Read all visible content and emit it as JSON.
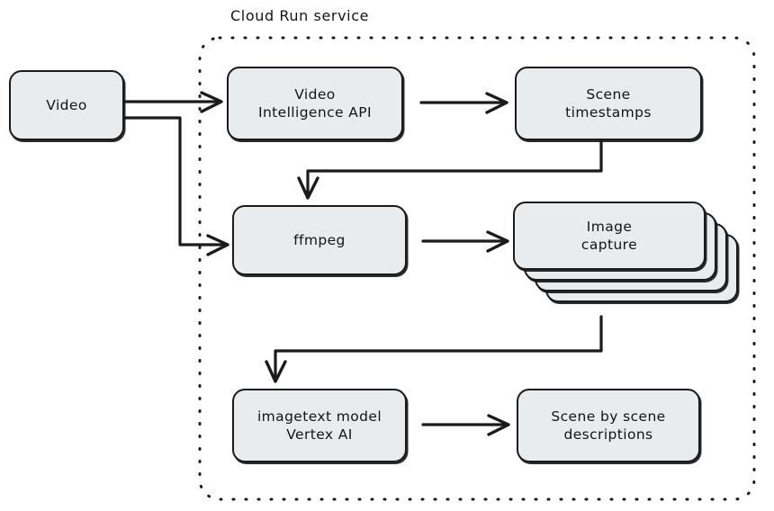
{
  "diagram": {
    "title": "Cloud Run service",
    "colors": {
      "node_fill": "#e8ecef",
      "stroke": "#1b1b1b",
      "text": "#141414",
      "background": "#ffffff"
    },
    "boundary": {
      "label": "Cloud Run service",
      "style": "dotted-rounded-rectangle"
    },
    "nodes": [
      {
        "id": "video",
        "label": "Video",
        "shape": "rounded-rect",
        "inside_boundary": false
      },
      {
        "id": "vi-api",
        "label": "Video\nIntelligence API",
        "shape": "rounded-rect",
        "inside_boundary": true
      },
      {
        "id": "timestamps",
        "label": "Scene\ntimestamps",
        "shape": "rounded-rect",
        "inside_boundary": true
      },
      {
        "id": "ffmpeg",
        "label": "ffmpeg",
        "shape": "rounded-rect",
        "inside_boundary": true
      },
      {
        "id": "image-capture",
        "label": "Image\ncapture",
        "shape": "stacked-rect",
        "stack_count": 4,
        "inside_boundary": true
      },
      {
        "id": "imagetext",
        "label": "imagetext model\nVertex AI",
        "shape": "rounded-rect",
        "inside_boundary": true
      },
      {
        "id": "descriptions",
        "label": "Scene by scene\ndescriptions",
        "shape": "rounded-rect",
        "inside_boundary": true
      }
    ],
    "edges": [
      {
        "from": "video",
        "to": "vi-api",
        "style": "straight-arrow"
      },
      {
        "from": "vi-api",
        "to": "timestamps",
        "style": "straight-arrow"
      },
      {
        "from": "video",
        "to": "ffmpeg",
        "style": "elbow-arrow"
      },
      {
        "from": "timestamps",
        "to": "ffmpeg",
        "style": "elbow-arrow"
      },
      {
        "from": "ffmpeg",
        "to": "image-capture",
        "style": "straight-arrow"
      },
      {
        "from": "image-capture",
        "to": "imagetext",
        "style": "elbow-arrow"
      },
      {
        "from": "imagetext",
        "to": "descriptions",
        "style": "straight-arrow"
      }
    ]
  }
}
